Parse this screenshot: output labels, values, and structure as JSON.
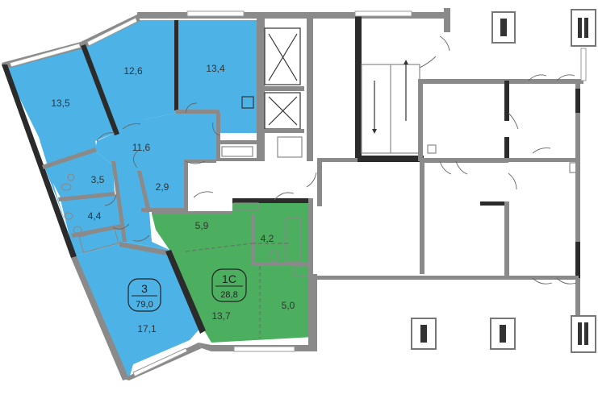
{
  "apartments": [
    {
      "number": "3",
      "total_area": "79,0",
      "color": "#4db3e6",
      "rooms": {
        "living_north_west": "13,5",
        "bedroom_north": "12,6",
        "bedroom_north_east": "13,4",
        "hall": "11,6",
        "bathroom_a": "3,5",
        "bathroom_b": "4,4",
        "storage": "2,9",
        "living_south": "17,1"
      }
    },
    {
      "number": "1С",
      "total_area": "28,8",
      "color": "#4caf5f",
      "rooms": {
        "hall": "5,9",
        "bathroom": "4,2",
        "kitchen": "5,0",
        "living": "13,7"
      }
    }
  ],
  "colors": {
    "apartment_blue": "#4db3e6",
    "apartment_green": "#4caf5f",
    "wall": "#8a8a8a",
    "wall_dark": "#2b2b2b"
  }
}
